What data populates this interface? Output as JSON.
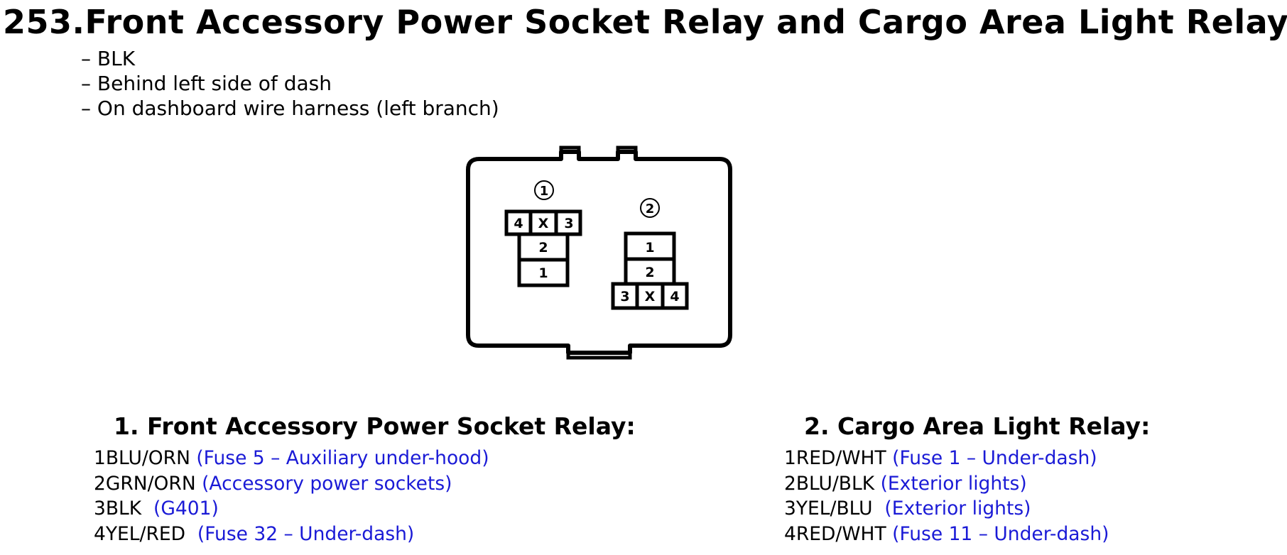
{
  "title": "253.Front Accessory Power Socket Relay and Cargo Area Light Relay",
  "info": [
    "– BLK",
    "– Behind left side of dash",
    "– On dashboard wire harness (left branch)"
  ],
  "diagram": {
    "labels": {
      "c1": "①",
      "c2": "②",
      "p1_4": "4",
      "p1_x": "X",
      "p1_3": "3",
      "p1_2": "2",
      "p1_1": "1",
      "p2_1": "1",
      "p2_2": "2",
      "p2_3": "3",
      "p2_x": "X",
      "p2_4": "4"
    }
  },
  "sections": [
    {
      "heading": "1. Front Accessory Power Socket Relay:",
      "pins": [
        {
          "wire": "1BLU/ORN",
          "desc": "(Fuse 5 – Auxiliary under-hood)"
        },
        {
          "wire": "2GRN/ORN",
          "desc": "(Accessory power sockets)"
        },
        {
          "wire": "3BLK",
          "desc": "(G401)"
        },
        {
          "wire": "4YEL/RED",
          "desc": "(Fuse 32 – Under-dash)"
        }
      ]
    },
    {
      "heading": "2. Cargo Area Light Relay:",
      "pins": [
        {
          "wire": "1RED/WHT",
          "desc": "(Fuse 1 – Under-dash)"
        },
        {
          "wire": "2BLU/BLK",
          "desc": "(Exterior lights)"
        },
        {
          "wire": "3YEL/BLU",
          "desc": "(Exterior lights)"
        },
        {
          "wire": "4RED/WHT",
          "desc": "(Fuse 11 – Under-dash)"
        }
      ]
    }
  ],
  "colors": {
    "text": "#000000",
    "description": "#1a1ad6"
  }
}
